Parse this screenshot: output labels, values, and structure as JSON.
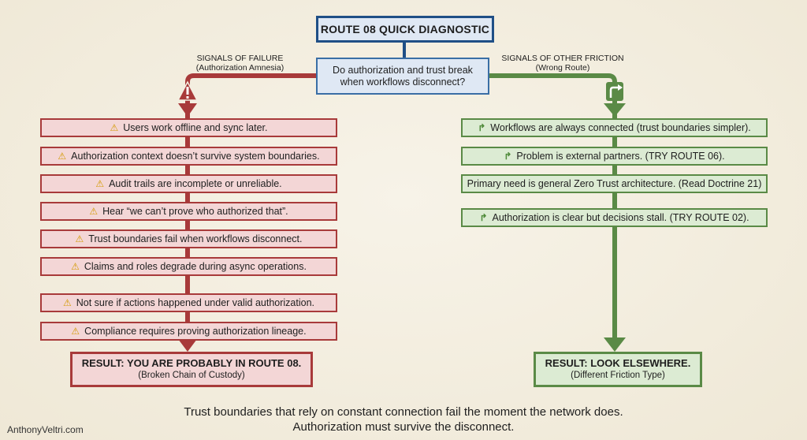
{
  "title": "ROUTE 08 QUICK DIAGNOSTIC",
  "question": {
    "line1": "Do authorization and trust break",
    "line2": "when workflows disconnect?"
  },
  "left_branch": {
    "label1": "SIGNALS OF FAILURE",
    "label2": "(Authorization Amnesia)",
    "color": "#a83a3a",
    "icon": "warning-triangle-icon",
    "items": [
      "Users work offline and sync later.",
      "Authorization context doesn’t survive system boundaries.",
      "Audit trails are incomplete or unreliable.",
      "Hear “we can’t prove who authorized that”.",
      "Trust boundaries fail when workflows disconnect.",
      "Claims and roles degrade during async operations.",
      "Not sure if actions happened under valid authorization.",
      "Compliance requires proving authorization lineage."
    ],
    "result_main": "RESULT: YOU ARE PROBABLY IN ROUTE 08.",
    "result_sub": "(Broken Chain of Custody)"
  },
  "right_branch": {
    "label1": "SIGNALS OF OTHER FRICTION",
    "label2": "(Wrong Route)",
    "color": "#5a8a46",
    "icon": "redirect-arrow-icon",
    "items": [
      {
        "text": "Workflows are always connected (trust boundaries simpler).",
        "icon": true
      },
      {
        "text": "Problem is external partners. (TRY ROUTE 06).",
        "icon": true
      },
      {
        "text": "Primary need is general Zero Trust architecture. (Read Doctrine 21)",
        "icon": false
      },
      {
        "text": "Authorization is clear but decisions stall. (TRY ROUTE 02).",
        "icon": true
      }
    ],
    "result_main": "RESULT: LOOK ELSEWHERE.",
    "result_sub": "(Different Friction Type)"
  },
  "footer": {
    "line1": "Trust boundaries that rely on constant connection fail the moment the network does.",
    "line2": "Authorization must survive the disconnect."
  },
  "credit": "AnthonyVeltri.com"
}
